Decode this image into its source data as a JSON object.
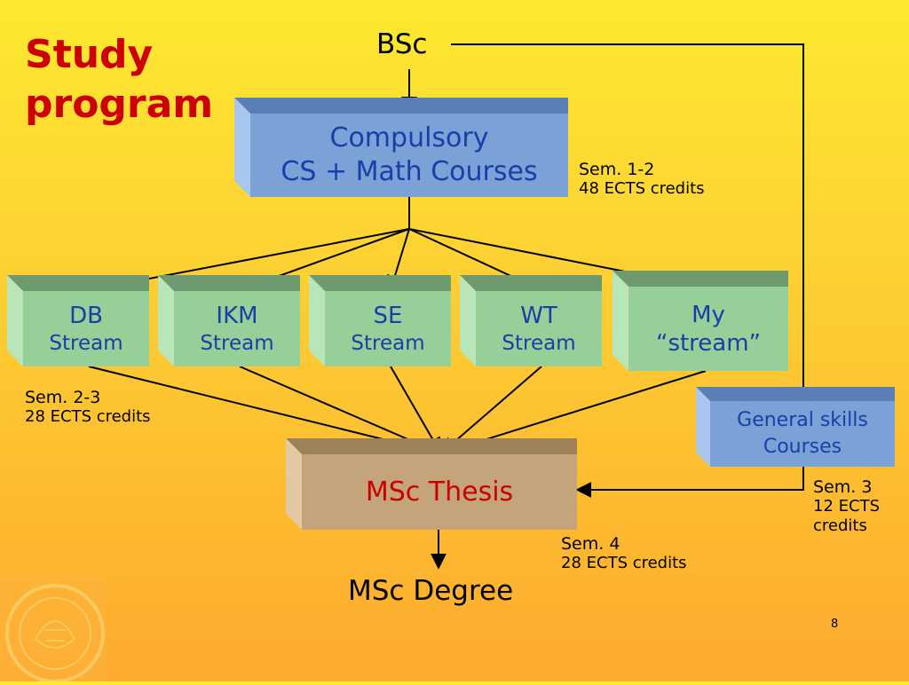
{
  "slide": {
    "title": "Study program",
    "page_number": "8"
  },
  "nodes": {
    "bsc": "BSc",
    "compulsory": {
      "line1": "Compulsory",
      "line2": "CS + Math Courses"
    },
    "streams": [
      {
        "line1": "DB",
        "line2": "Stream"
      },
      {
        "line1": "IKM",
        "line2": "Stream"
      },
      {
        "line1": "SE",
        "line2": "Stream"
      },
      {
        "line1": "WT",
        "line2": "Stream"
      },
      {
        "line1": "My",
        "line2": "“stream”"
      }
    ],
    "general": {
      "line1": "General skills",
      "line2": "Courses"
    },
    "thesis": "MSc Thesis",
    "degree": "MSc Degree"
  },
  "notes": {
    "compulsory": {
      "sem": "Sem. 1-2",
      "credits": "48 ECTS credits"
    },
    "streams": {
      "sem": "Sem. 2-3",
      "credits": "28 ECTS credits"
    },
    "general": {
      "sem": "Sem. 3",
      "credits1": "12 ECTS",
      "credits2": "credits"
    },
    "thesis": {
      "sem": "Sem. 4",
      "credits": "28 ECTS credits"
    }
  },
  "colors": {
    "title": "#cc0000",
    "thesis_text": "#cc0000",
    "blue_text": "#1a3ea8",
    "arrow": "#000000"
  },
  "icons": {
    "logo": "university-seal-logo"
  }
}
